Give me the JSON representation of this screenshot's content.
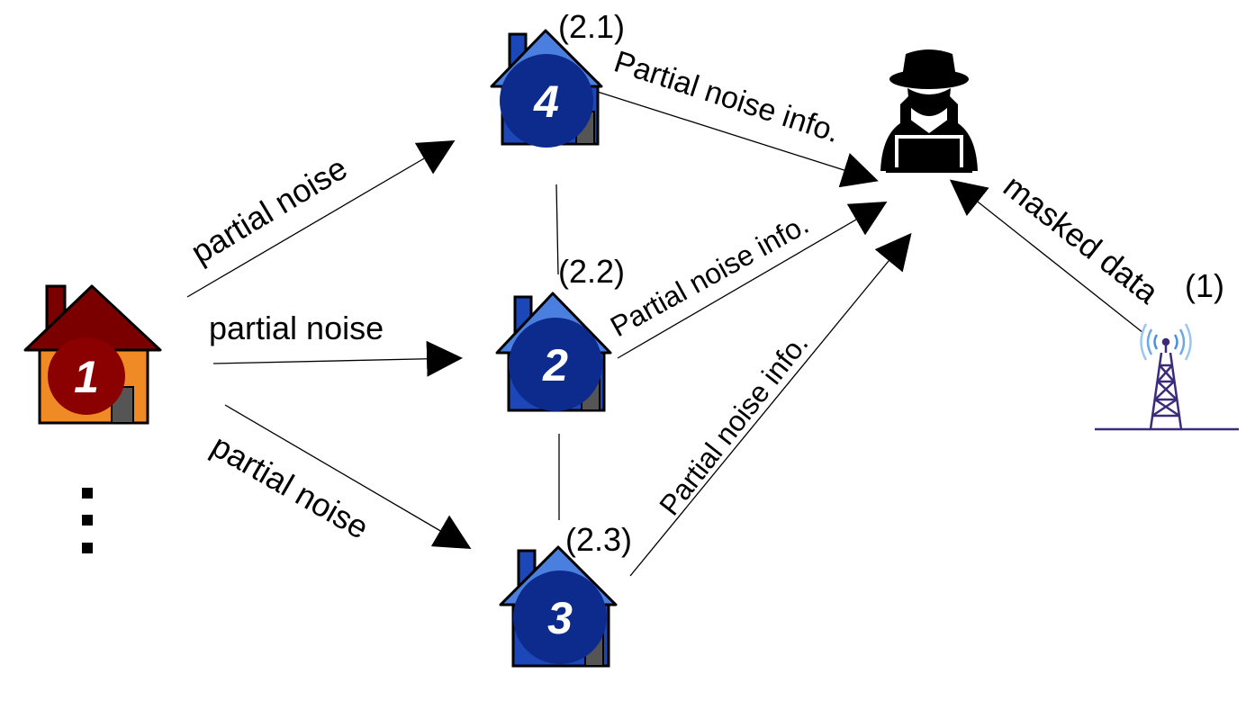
{
  "houses": {
    "source": {
      "number": "1",
      "roof_color": "#7a0000",
      "wall_color": "#f08a24",
      "badge_color": "#8b0000"
    },
    "h4": {
      "number": "4",
      "step": "(2.1)"
    },
    "h2": {
      "number": "2",
      "step": "(2.2)"
    },
    "h3": {
      "number": "3",
      "step": "(2.3)"
    },
    "neighbor_colors": {
      "roof": "#4a7fe0",
      "wall": "#1c47b8",
      "badge": "#0d2b8c"
    }
  },
  "edges": {
    "to_h4": "partial noise",
    "to_h2": "partial noise",
    "to_h3": "partial noise",
    "h4_to_attacker": "Partial noise info.",
    "h2_to_attacker": "Partial noise info.",
    "h3_to_attacker": "Partial noise info.",
    "tower_to_attacker": "masked data"
  },
  "tower": {
    "step": "(1)",
    "icon": "radio-tower-icon",
    "color": "#3b2b7a"
  },
  "attacker": {
    "icon": "hacker-icon"
  }
}
